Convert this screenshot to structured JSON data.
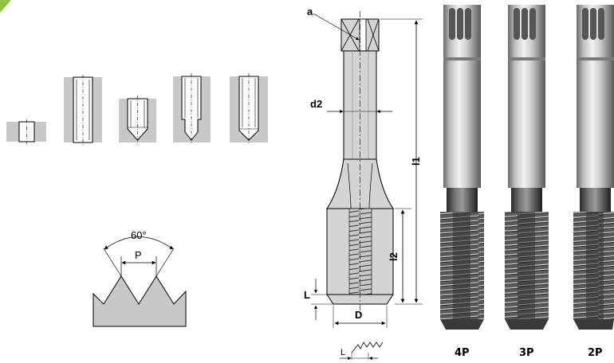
{
  "thread_profile": {
    "angle_label": "60°",
    "pitch_label": "P"
  },
  "tap_drawing": {
    "square_label": "a",
    "shank_diameter_label": "d2",
    "overall_length_label": "l1",
    "thread_length_label": "l2",
    "chamfer_length_label": "L",
    "thread_diameter_label": "D",
    "chamfer_detail_label": "L"
  },
  "photos": [
    {
      "label": "4P"
    },
    {
      "label": "3P"
    },
    {
      "label": "2P"
    }
  ],
  "colors": {
    "accent": "#8dc63f",
    "material": "#c8c8c8",
    "tap_body": "#d4d4d4"
  }
}
